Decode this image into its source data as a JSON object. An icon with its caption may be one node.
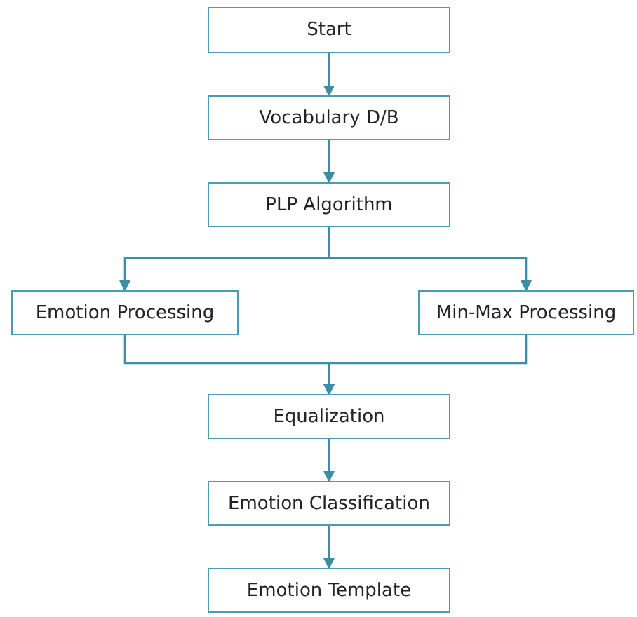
{
  "diagram": {
    "nodes": [
      {
        "text": [
          "Start"
        ]
      },
      {
        "text": [
          "Vocabulary D/B"
        ]
      },
      {
        "text": [
          "PLP Algorithm"
        ]
      },
      {
        "text": [
          "Emotion Processing"
        ]
      },
      {
        "text": [
          "Min-Max Processing"
        ]
      },
      {
        "text": [
          "Equalization"
        ]
      },
      {
        "text": [
          "Emotion Classification"
        ]
      },
      {
        "text": [
          "Emotion Template"
        ]
      }
    ],
    "edges": [
      {
        "from": 0,
        "to": 1,
        "arrow": "to"
      },
      {
        "from": 1,
        "to": 2,
        "arrow": "to"
      },
      {
        "from": 2,
        "to": 3,
        "arrow": "to"
      },
      {
        "from": 2,
        "to": 4,
        "arrow": "to"
      },
      {
        "from": 3,
        "to": 5,
        "arrow": "to"
      },
      {
        "from": 4,
        "to": 5,
        "arrow": "to"
      },
      {
        "from": 5,
        "to": 6,
        "arrow": "to"
      },
      {
        "from": 6,
        "to": 7,
        "arrow": "to"
      }
    ]
  }
}
